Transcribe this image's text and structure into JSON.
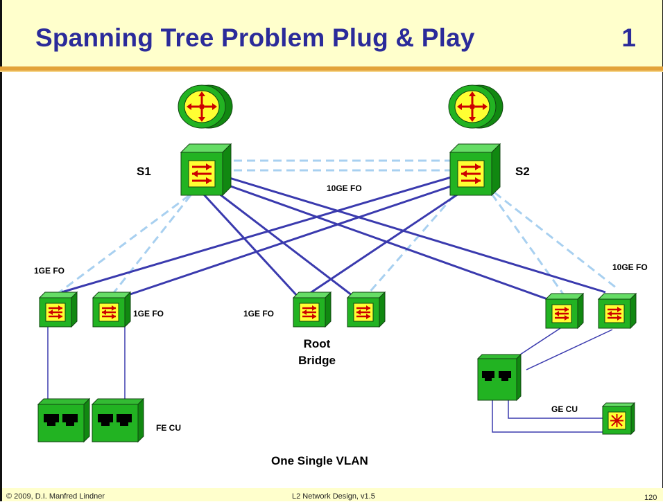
{
  "slide": {
    "title": "Spanning Tree Problem Plug & Play",
    "number": "1"
  },
  "diagram": {
    "switch_labels": {
      "s1": "S1",
      "s2": "S2"
    },
    "link_labels": {
      "core": "10GE FO",
      "right_uplink": "10GE FO",
      "left_uplink": "1GE FO",
      "access_left": "1GE FO",
      "access_center": "1GE FO",
      "fe_copper": "FE CU",
      "ge_copper": "GE CU"
    },
    "root_bridge_label": [
      "Root",
      "Bridge"
    ],
    "vlan_caption": "One Single VLAN"
  },
  "footer": {
    "copyright": "© 2009, D.I. Manfred Lindner",
    "deck": "L2 Network Design, v1.5",
    "page": "120"
  },
  "colors": {
    "title": "#2b2b9a",
    "header_bg": "#ffffcc",
    "rule": "#e3a33a",
    "device_green": "#22b322",
    "device_yellow": "#ffff33",
    "arrow_red": "#cc0000",
    "active_link": "#3a3aae",
    "blocked_link": "#a8d0f0"
  }
}
